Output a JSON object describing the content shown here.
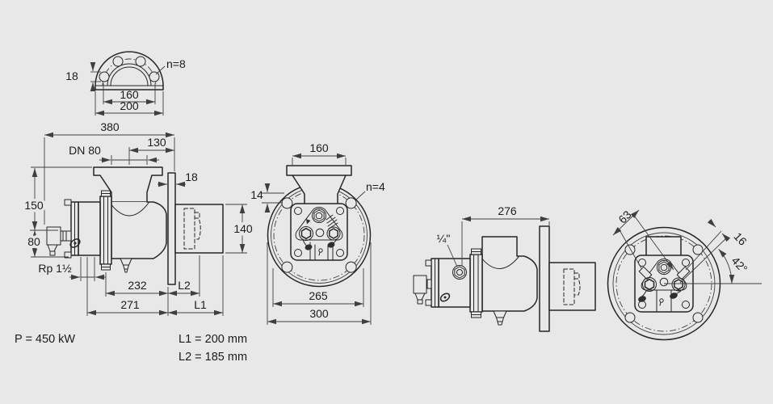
{
  "colors": {
    "background": "#e8e8e8",
    "line": "#262626",
    "dim": "#3f3f3f"
  },
  "views": {
    "flange_detail": {
      "bolt_hole_dia": "18",
      "bolt_circle": "160",
      "outer_dia": "200",
      "bolt_count": "n=8"
    },
    "side": {
      "overall_length": "380",
      "port_offset": "130",
      "nozzle": "DN 80",
      "flange_thickness": "18",
      "height_upper": "150",
      "height_lower": "80",
      "shaft_height": "140",
      "thread": "Rp 1½",
      "body_length": "232",
      "dim_l2": "L2",
      "mount_length": "271",
      "dim_l1": "L1"
    },
    "front": {
      "flange_width": "160",
      "hole_offset": "14",
      "bolt_count": "n=4",
      "bolt_circle": "265",
      "outer_dia": "300"
    },
    "side_right": {
      "length": "276",
      "plug": "¼\""
    },
    "rear": {
      "port_offset": "63",
      "port_spacing": "16",
      "port_angle": "42°"
    }
  },
  "notes": {
    "power": "P = 450 kW",
    "l1": "L1 = 200 mm",
    "l2": "L2 = 185 mm"
  }
}
